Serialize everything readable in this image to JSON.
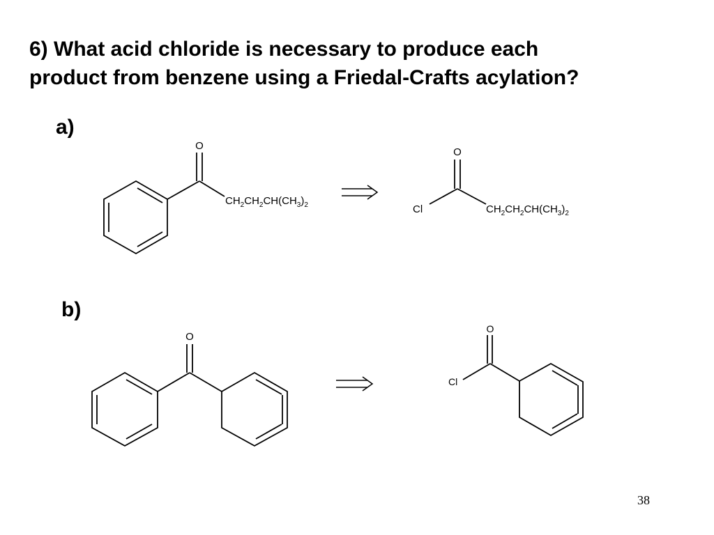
{
  "slide": {
    "question_line1": "6) What acid chloride is necessary to produce each",
    "question_line2": "product from benzene using a Friedal-Crafts acylation?",
    "page_number": "38"
  },
  "part_a": {
    "label": "a)",
    "product": {
      "oxygen": "O",
      "chain": {
        "base": "CH",
        "s1": "2",
        "mid1": "CH",
        "s2": "2",
        "mid2": "CH(CH",
        "s3": "3",
        "close": ")",
        "s4": "2"
      }
    },
    "reagent": {
      "oxygen": "O",
      "chlorine": "Cl",
      "chain": {
        "base": "CH",
        "s1": "2",
        "mid1": "CH",
        "s2": "2",
        "mid2": "CH(CH",
        "s3": "3",
        "close": ")",
        "s4": "2"
      }
    }
  },
  "part_b": {
    "label": "b)",
    "product": {
      "oxygen": "O"
    },
    "reagent": {
      "oxygen": "O",
      "chlorine": "Cl"
    }
  }
}
